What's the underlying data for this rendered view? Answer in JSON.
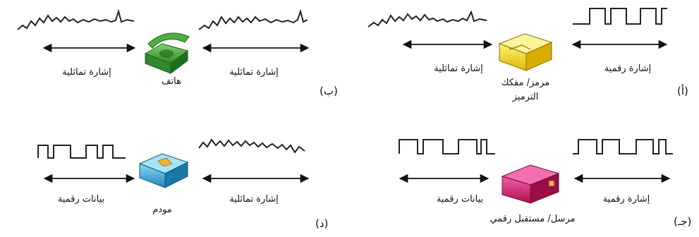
{
  "panels": [
    {
      "letter": "(أ)",
      "device_label": "مرمز/ مفكك",
      "device_label_line2": "الترميز",
      "left_signal_label": "إشارة تماثلية",
      "right_signal_label": "إشارة رقمية",
      "left_signal": "analog",
      "right_signal": "digital",
      "device_color": "#f2d21a"
    },
    {
      "letter": "(ب)",
      "device_label": "هاتف",
      "left_signal_label": "إشارة تماثلية",
      "right_signal_label": "إشارة تماثلية",
      "left_signal": "analog",
      "right_signal": "analog",
      "device_color": "#3fa83a"
    },
    {
      "letter": "(جـ)",
      "device_label": "مرسل/ مستقبل رقمي",
      "left_signal_label": "بيانات رقمية",
      "right_signal_label": "إشارة رقمية",
      "left_signal": "digital",
      "right_signal": "digital",
      "device_color": "#d6207a"
    },
    {
      "letter": "(د)",
      "device_label": "مودم",
      "left_signal_label": "بيانات رقمية",
      "right_signal_label": "إشارة تماثلية",
      "left_signal": "digital",
      "right_signal": "analog",
      "device_color": "#3aa9d8"
    }
  ]
}
